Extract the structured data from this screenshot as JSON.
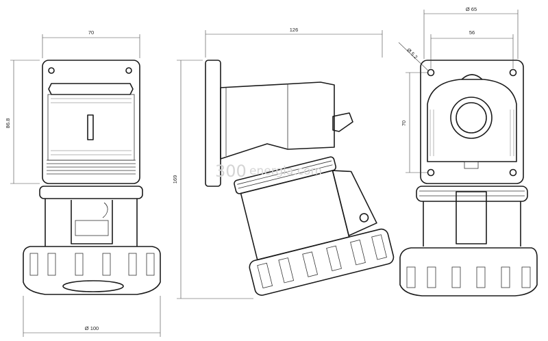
{
  "dimensions": {
    "front_width": "70",
    "front_height": "86.8",
    "front_ring_diameter": "Ø 100",
    "side_length": "126",
    "side_height": "169",
    "back_flange_diameter": "Ø 65",
    "back_hole_spacing": "56",
    "back_hole_spacing_vertical": "70",
    "back_hole_diameter": "Ø 5.2"
  },
  "watermark": {
    "number": "300",
    "text": "energia.com"
  }
}
